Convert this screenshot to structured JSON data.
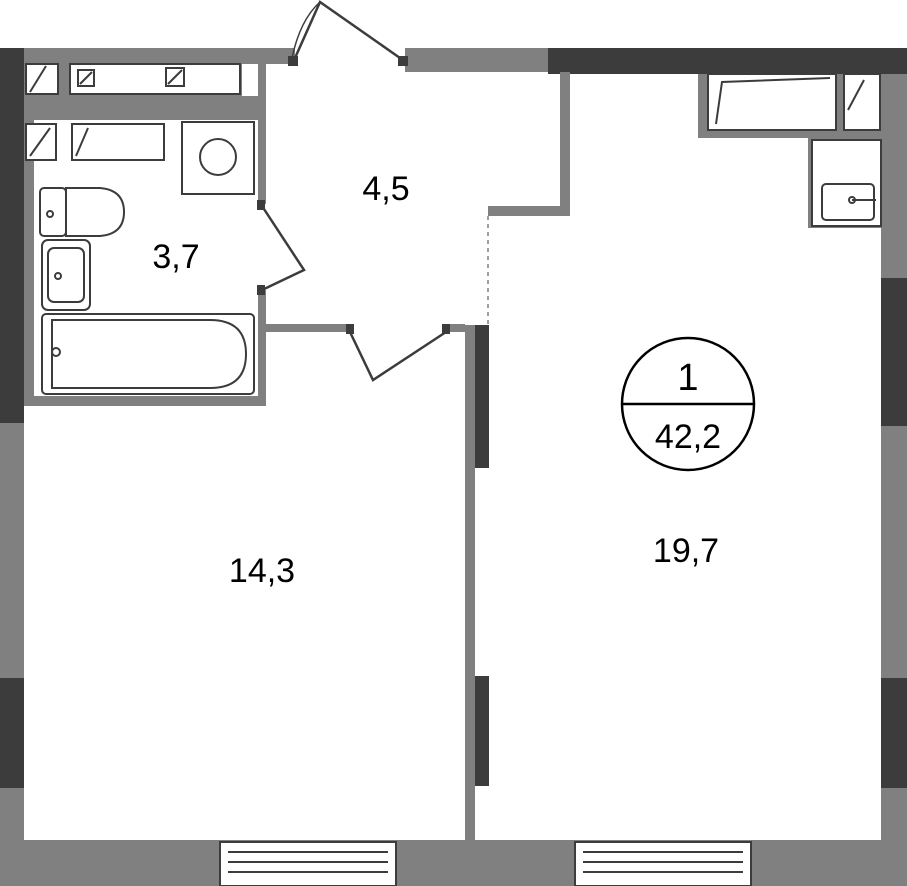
{
  "rooms": [
    {
      "id": "bathroom",
      "area": "3,7"
    },
    {
      "id": "hallway",
      "area": "4,5"
    },
    {
      "id": "bedroom",
      "area": "14,3"
    },
    {
      "id": "living-kitchen",
      "area": "19,7"
    }
  ],
  "apartment": {
    "room_count": "1",
    "total_area": "42,2"
  },
  "colors": {
    "wall_light": "#808080",
    "wall_dark": "#3c3c3c",
    "fixture_stroke": "#3c3c3c",
    "background": "#ffffff"
  }
}
